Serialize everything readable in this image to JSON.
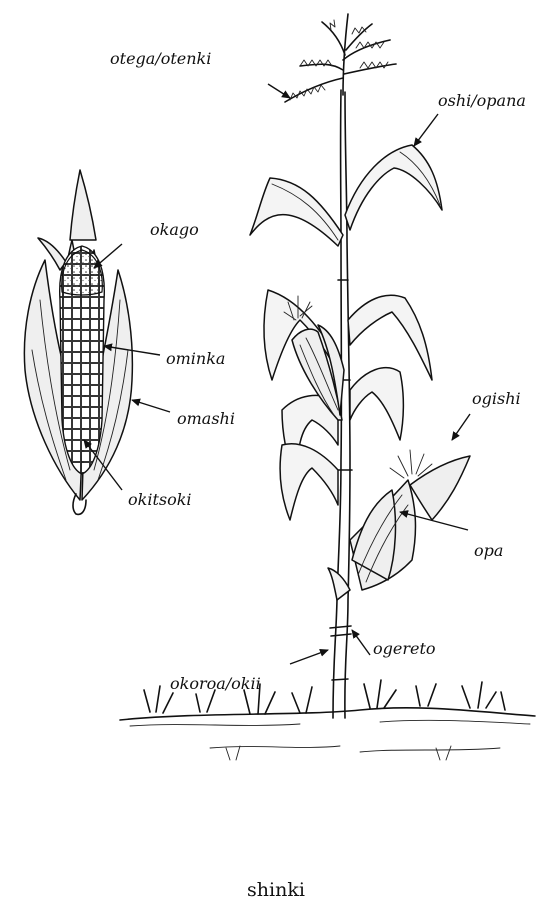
{
  "labels": {
    "tassel": "otega/otenki",
    "leaf": "oshi/opana",
    "ear_tip": "okago",
    "kernel": "ominka",
    "husk": "omashi",
    "cob": "okitsoki",
    "silk": "ogishi",
    "ear": "opa",
    "node": "ogereto",
    "stalk": "okoroa/okii"
  },
  "caption": "shinki"
}
